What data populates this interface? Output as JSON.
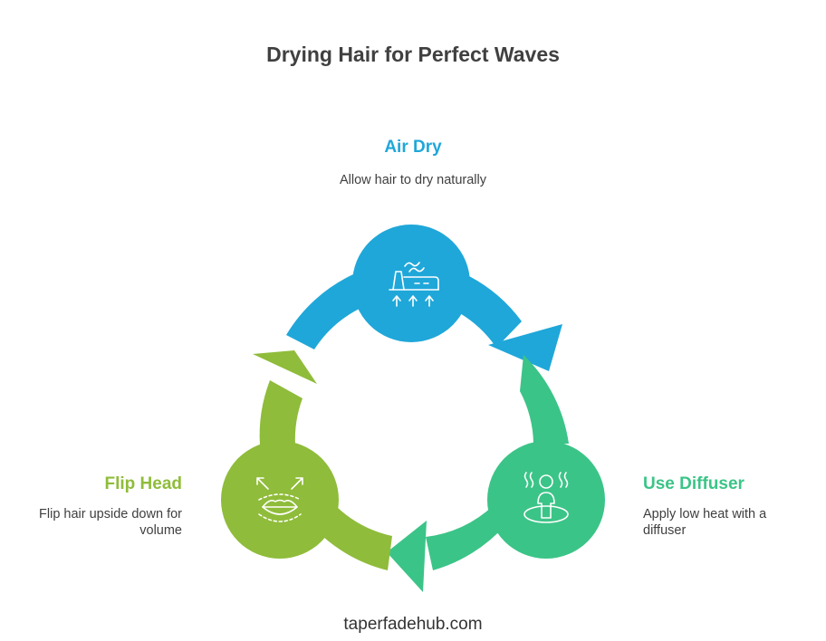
{
  "title": "Drying Hair for Perfect Waves",
  "steps": [
    {
      "key": "air_dry",
      "title": "Air Dry",
      "description": "Allow hair to dry naturally",
      "color": "#1fa7d9",
      "icon": "drying-heat-icon"
    },
    {
      "key": "use_diffuser",
      "title": "Use Diffuser",
      "description": "Apply low heat with a diffuser",
      "color": "#3bc487",
      "icon": "person-steam-icon"
    },
    {
      "key": "flip_head",
      "title": "Flip Head",
      "description": "Flip hair upside down for volume",
      "color": "#8fbc3a",
      "icon": "lips-expand-icon"
    }
  ],
  "footer": "taperfadehub.com"
}
